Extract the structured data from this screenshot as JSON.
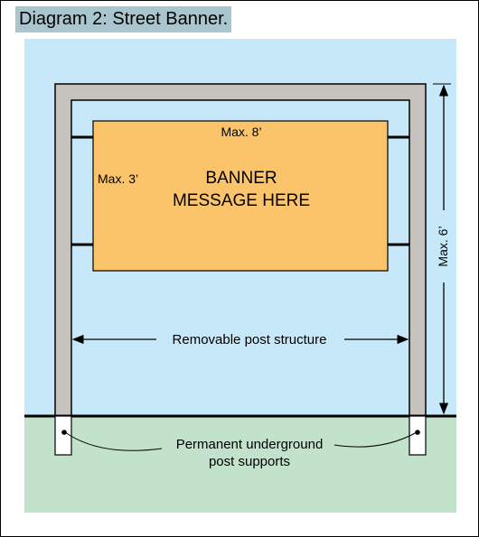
{
  "title": "Diagram 2: Street Banner.",
  "banner": {
    "line1": "BANNER",
    "line2": "MESSAGE HERE",
    "max_width_label": "Max. 8’",
    "max_height_label": "Max. 3’"
  },
  "post_height_label": "Max. 6’",
  "post_structure_label": "Removable post structure",
  "supports_label_line1": "Permanent underground",
  "supports_label_line2": "post supports",
  "colors": {
    "sky": "#c6e8f9",
    "ground": "#c2e2cc",
    "posts": "#c6c3bf",
    "banner": "#fcc46a",
    "title_bg": "#a9c6cf"
  }
}
